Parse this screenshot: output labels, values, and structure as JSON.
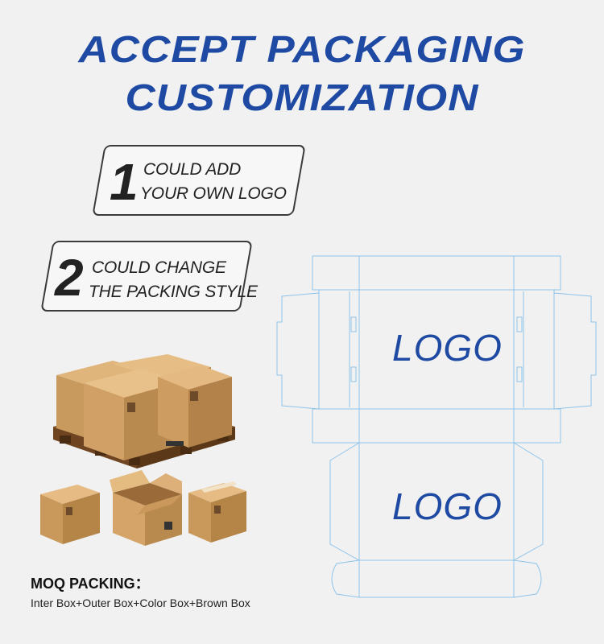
{
  "title": {
    "line1": "ACCEPT PACKAGING",
    "line2": "CUSTOMIZATION"
  },
  "steps": [
    {
      "number": "1",
      "line1": "COULD ADD",
      "line2": "YOUR OWN LOGO"
    },
    {
      "number": "2",
      "line1": "COULD CHANGE",
      "line2": "THE PACKING STYLE"
    }
  ],
  "dieline": {
    "logo_top": "LOGO",
    "logo_bottom": "LOGO"
  },
  "moq": {
    "title": "MOQ PACKING：",
    "text": "Inter Box+Outer Box+Color Box+Brown Box"
  },
  "colors": {
    "accent": "#1f4aa3",
    "dieline": "#8fc3ea",
    "cardboard": "#c99a5e"
  }
}
